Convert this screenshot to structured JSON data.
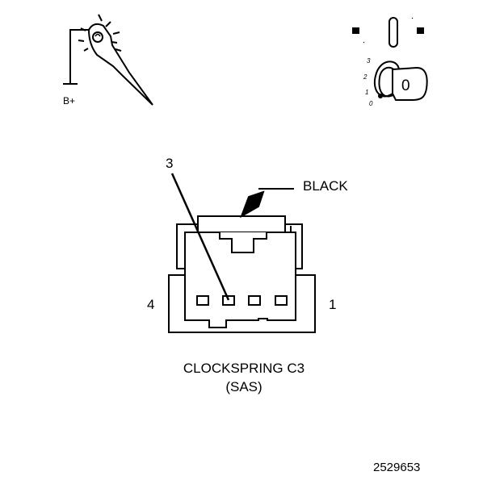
{
  "probe_tool": {
    "icon": "test-light-icon",
    "supply_label": "B+"
  },
  "ignition_switch": {
    "icon": "ignition-key-icon",
    "positions": [
      "3",
      "2",
      "1",
      "0"
    ],
    "key_label": "0"
  },
  "connector": {
    "color_label": "BLACK",
    "pin_callout": "3",
    "left_pin_label": "4",
    "right_pin_label": "1",
    "caption_line1": "CLOCKSPRING C3",
    "caption_line2": "(SAS)"
  },
  "figure_id": "2529653",
  "colors": {
    "ink": "#000000",
    "background": "#ffffff"
  }
}
